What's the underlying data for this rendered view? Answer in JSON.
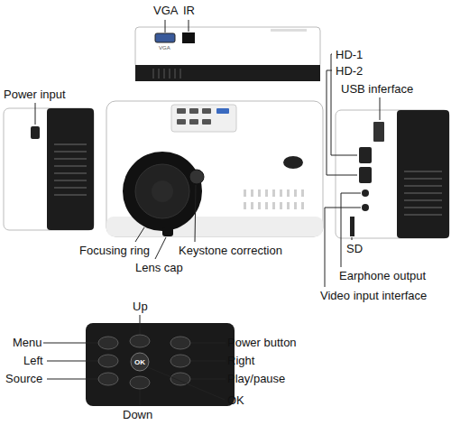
{
  "diagram": {
    "labels": [
      "VGA",
      "IR",
      "VGA",
      "Power input",
      "HD-1",
      "HD-2",
      "USB inferface",
      "Focusing ring",
      "Lens cap",
      "Keystone correction",
      "SD",
      "Earphone output",
      "Video input interface",
      "Up",
      "Menu",
      "Power button",
      "Left",
      "Right",
      "Source",
      "Play/pause",
      "OK",
      "OK",
      "Down"
    ]
  }
}
